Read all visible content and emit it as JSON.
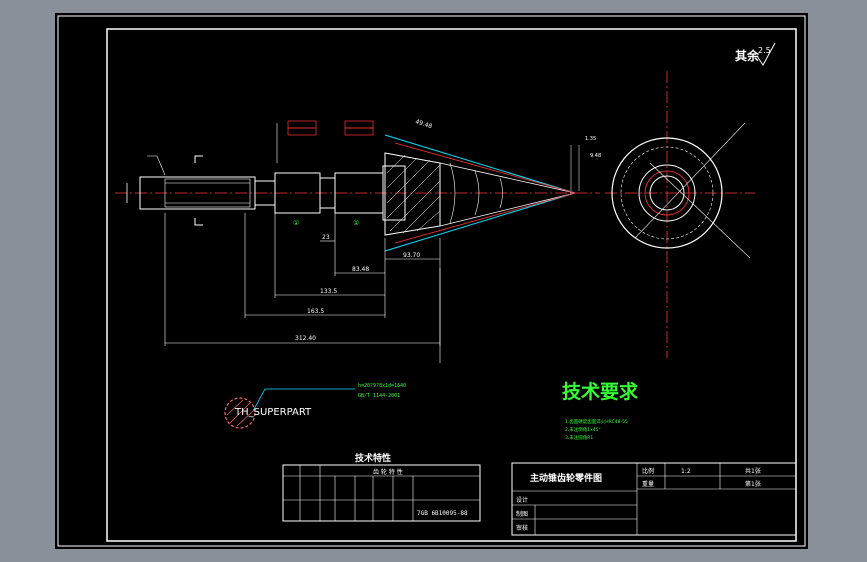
{
  "drawing": {
    "roughness_note": "其余",
    "roughness_value": "2.5",
    "label_tag": "TH_SUPERPART",
    "tech_requirements_title": "技术要求",
    "tech_requirements": [
      "1.齿面硬度齿面淬火HRC48-55",
      "2.未注倒角1x45°",
      "3.未注圆角R1"
    ],
    "tech_properties_title": "技术特性",
    "part_title": "主动锥齿轮零件图",
    "standard_code": "7GB 6B10095-88",
    "dims": {
      "total": "312.40",
      "d1": "163.5",
      "d2": "133.5",
      "d3": "83.48",
      "d4": "93.70",
      "d5": "23",
      "d6": "49.48",
      "tip": "1.35",
      "tip2": "9.48"
    },
    "title_block": {
      "scale_label": "比例",
      "scale_value": "1:2",
      "sheet_total": "共1张",
      "weight_label": "重量",
      "sheet_no": "第1张",
      "designer": "设计",
      "drafter": "制图",
      "checker": "审核"
    },
    "colors": {
      "background": "#000000",
      "frame": "#ffffff",
      "dimension": "#ffffff",
      "center_line": "#ff3333",
      "cone_line": "#00e0ff",
      "text_green": "#33ff33",
      "tolerance_red": "#ff3333"
    }
  }
}
